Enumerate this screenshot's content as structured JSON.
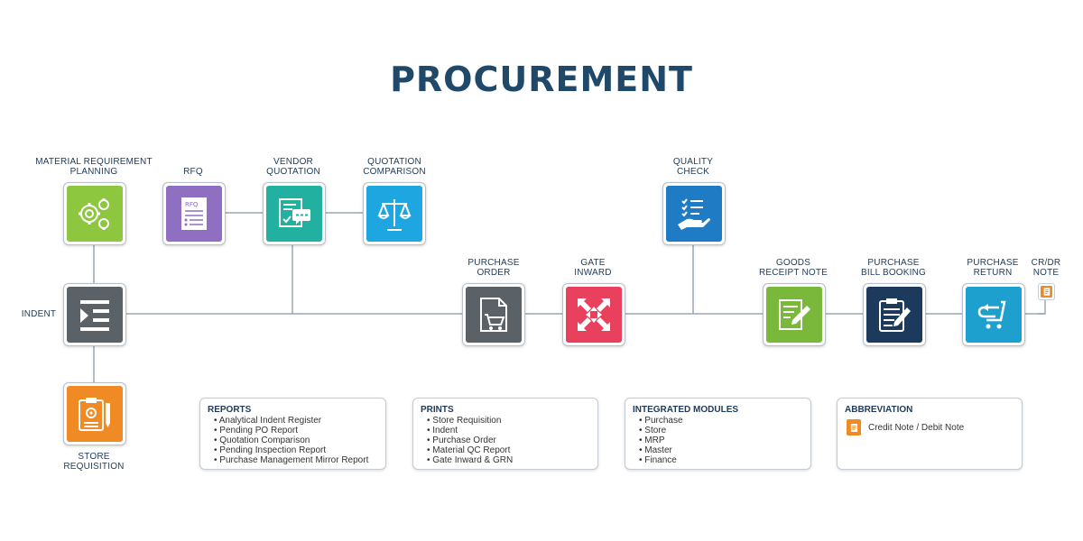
{
  "title": "PROCUREMENT",
  "nodes": {
    "mrp": {
      "label": "MATERIAL REQUIREMENT PLANNING",
      "color": "#8dc63f"
    },
    "rfq": {
      "label": "RFQ",
      "color": "#8e6fc1"
    },
    "vendor_quotation": {
      "label": "VENDOR QUOTATION",
      "color": "#22b0a0"
    },
    "quotation_comparison": {
      "label": "QUOTATION COMPARISON",
      "color": "#1ea6e0"
    },
    "quality_check": {
      "label": "QUALITY CHECK",
      "color": "#1e7bc4"
    },
    "indent": {
      "label": "INDENT",
      "color": "#5a6268"
    },
    "purchase_order": {
      "label": "PURCHASE ORDER",
      "color": "#5a6268"
    },
    "gate_inward": {
      "label": "GATE INWARD",
      "color": "#e8405d"
    },
    "goods_receipt_note": {
      "label": "GOODS RECEIPT NOTE",
      "color": "#79b83a"
    },
    "purchase_bill_booking": {
      "label": "PURCHASE BILL BOOKING",
      "color": "#1b3a5c"
    },
    "purchase_return": {
      "label": "PURCHASE RETURN",
      "color": "#1ea0cf"
    },
    "crdr_note": {
      "label": "CR/DR NOTE",
      "color": "#f08a24"
    },
    "store_requisition": {
      "label": "STORE REQUISITION",
      "color": "#f08a24"
    }
  },
  "rfq_icon_text": "RFQ",
  "boxes": {
    "reports": {
      "heading": "REPORTS",
      "items": [
        "Analytical Indent Register",
        "Pending PO Report",
        "Quotation Comparison",
        "Pending Inspection Report",
        "Purchase Management Mirror Report"
      ]
    },
    "prints": {
      "heading": "PRINTS",
      "items": [
        "Store Requisition",
        "Indent",
        "Purchase Order",
        "Material QC Report",
        "Gate Inward & GRN"
      ]
    },
    "modules": {
      "heading": "INTEGRATED MODULES",
      "items": [
        "Purchase",
        "Store",
        "MRP",
        "Master",
        "Finance"
      ]
    },
    "abbreviation": {
      "heading": "ABBREVIATION",
      "text": "Credit Note / Debit Note"
    }
  },
  "line_color": "#9aa7b2"
}
